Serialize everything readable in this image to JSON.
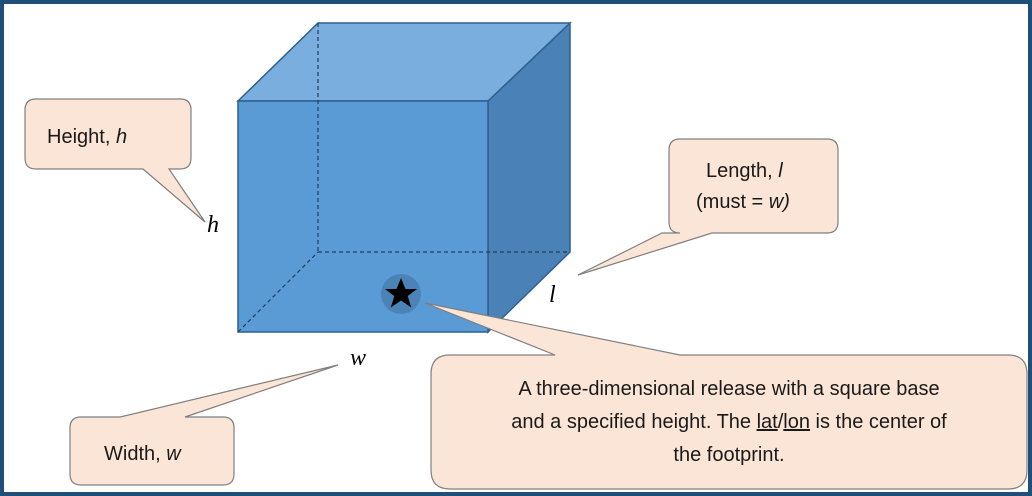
{
  "callouts": {
    "height": {
      "text": "Height, ",
      "var": "h"
    },
    "length": {
      "line1_text": "Length, ",
      "line1_var": "l",
      "line2_open": "(must = ",
      "line2_var": "w",
      "line2_close": ")"
    },
    "width": {
      "text": "Width, ",
      "var": "w"
    },
    "description": {
      "line1": "A three-dimensional release with a square base",
      "line2_a": "and a specified height. The ",
      "line2_lat": "lat",
      "line2_slash": "/",
      "line2_lon": "lon",
      "line2_b": " is the center of",
      "line3": "the footprint."
    }
  },
  "dimension_labels": {
    "h": "h",
    "l": "l",
    "w": "w"
  },
  "center_marker": {
    "icon": "star-icon"
  },
  "colors": {
    "border": "#1f4e79",
    "cube_front": "#5b9bd5",
    "cube_top": "#7aaedf",
    "cube_side": "#4a81b7",
    "cube_edge": "#2e5f8f",
    "callout_fill": "#fbe5d6",
    "callout_stroke": "#7f7f7f"
  }
}
